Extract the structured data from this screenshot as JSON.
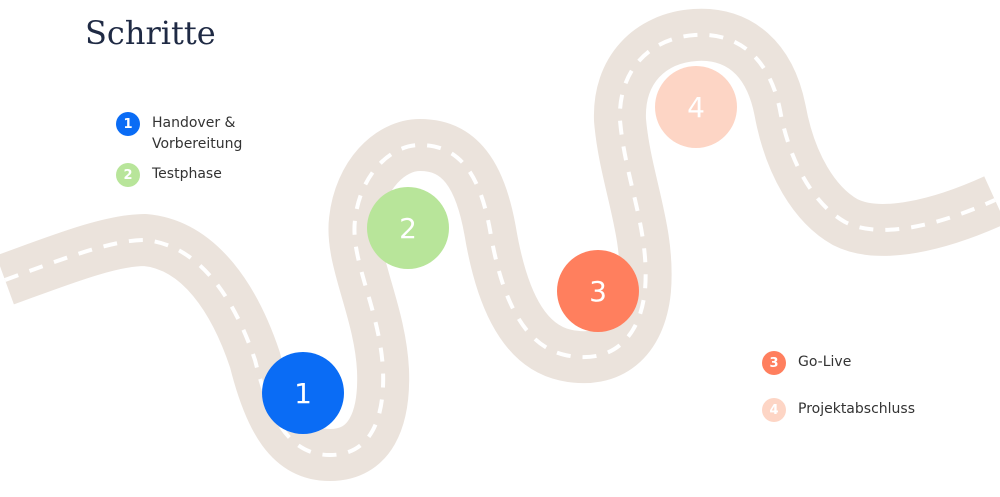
{
  "title": "Schritte",
  "colors": {
    "road": "#ebe3dc",
    "lane": "#ffffff",
    "step1": "#0a6cf5",
    "step2": "#b8e59a",
    "step3": "#ff7f5e",
    "step4": "#fdd5c5"
  },
  "steps": [
    {
      "number": "1",
      "label": "Handover & Vorbereitung"
    },
    {
      "number": "2",
      "label": "Testphase"
    },
    {
      "number": "3",
      "label": "Go-Live"
    },
    {
      "number": "4",
      "label": "Projektabschluss"
    }
  ]
}
